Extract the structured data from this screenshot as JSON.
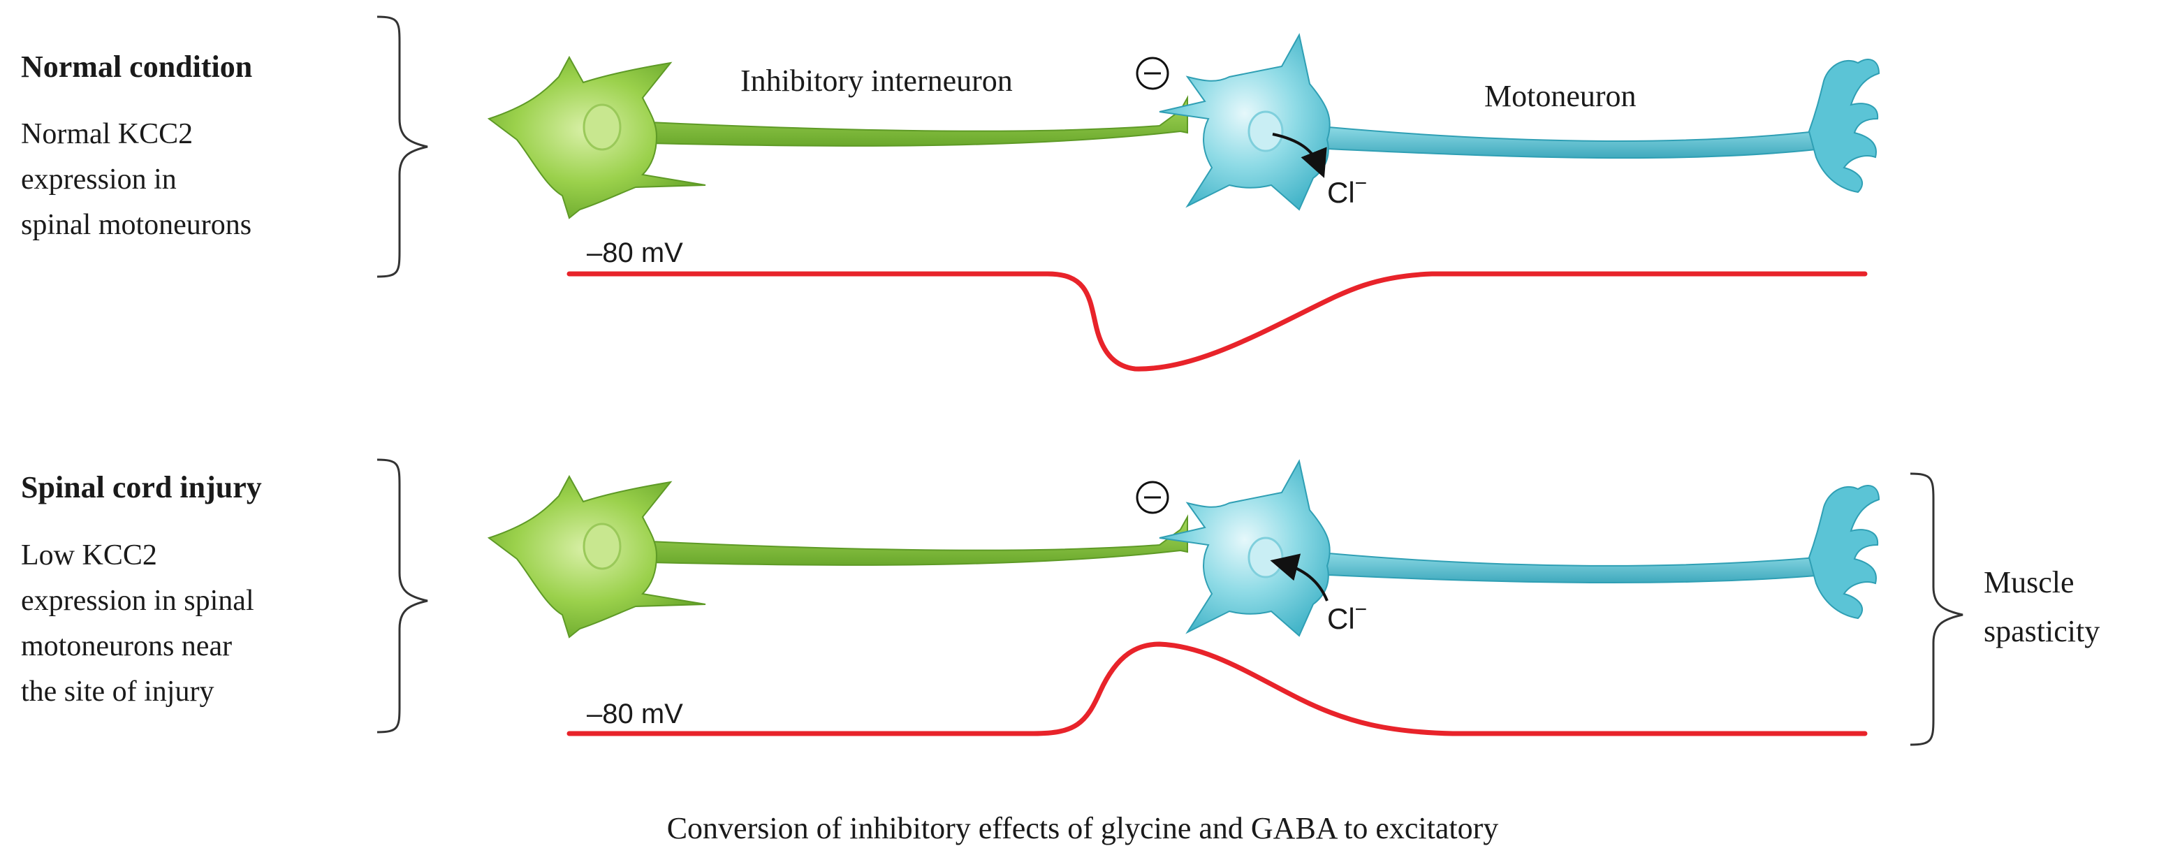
{
  "colors": {
    "interneuron": "#8cc63f",
    "interneuron_dark": "#5e9a26",
    "motoneuron": "#5bc4d6",
    "motoneuron_dark": "#2f9fb4",
    "trace": "#e8232a"
  },
  "icons": {
    "inhibitory_sign": "circled-minus-icon",
    "chloride_arrow": "curved-arrow-icon"
  },
  "top": {
    "heading": "Normal condition",
    "desc_lines": [
      "Normal KCC2",
      "expression in",
      "spinal motoneurons"
    ],
    "interneuron_label": "Inhibitory interneuron",
    "motoneuron_label": "Motoneuron",
    "ion_label": "Cl",
    "ion_charge": "−",
    "voltage_label": "–80 mV",
    "chloride_direction": "out",
    "response": "hyperpolarizing"
  },
  "bottom": {
    "heading": "Spinal cord injury",
    "desc_lines": [
      "Low KCC2",
      "expression in spinal",
      "motoneurons near",
      "the site of injury"
    ],
    "ion_label": "Cl",
    "ion_charge": "−",
    "voltage_label": "–80 mV",
    "outcome_lines": [
      "Muscle",
      "spasticity"
    ],
    "chloride_direction": "in",
    "response": "depolarizing"
  },
  "caption": "Conversion of inhibitory effects of glycine and GABA to excitatory"
}
